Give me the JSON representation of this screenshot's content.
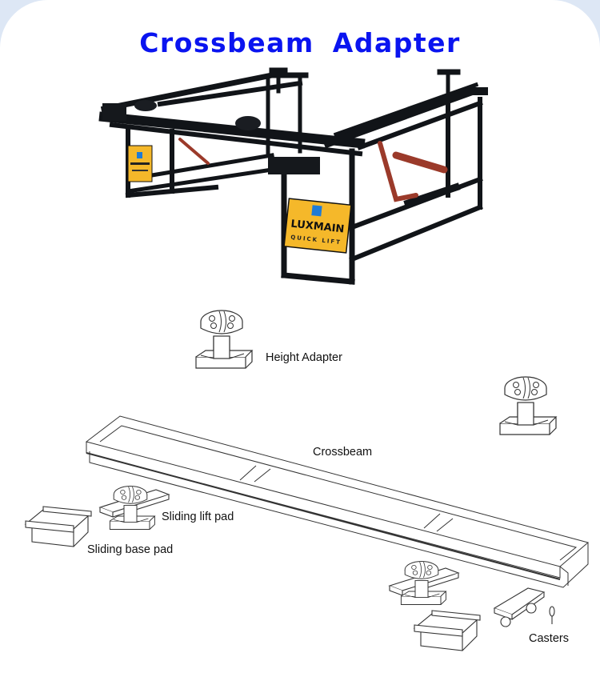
{
  "title": "Crossbeam Adapter",
  "photo": {
    "brand": "LUXMAIN",
    "subtitle": "QUICK LIFT",
    "colors": {
      "frame": "#111418",
      "sign": "#f5b82a",
      "cylinder": "#9b3a2a",
      "logo": "#1f7bd6"
    }
  },
  "parts": {
    "height_adapter": "Height Adapter",
    "crossbeam": "Crossbeam",
    "sliding_lift_pad": "Sliding lift pad",
    "sliding_base_pad": "Sliding base pad",
    "casters": "Casters"
  },
  "colors": {
    "title": "#0a14f0",
    "background_corner": "#dde7f5",
    "line": "#333333"
  }
}
